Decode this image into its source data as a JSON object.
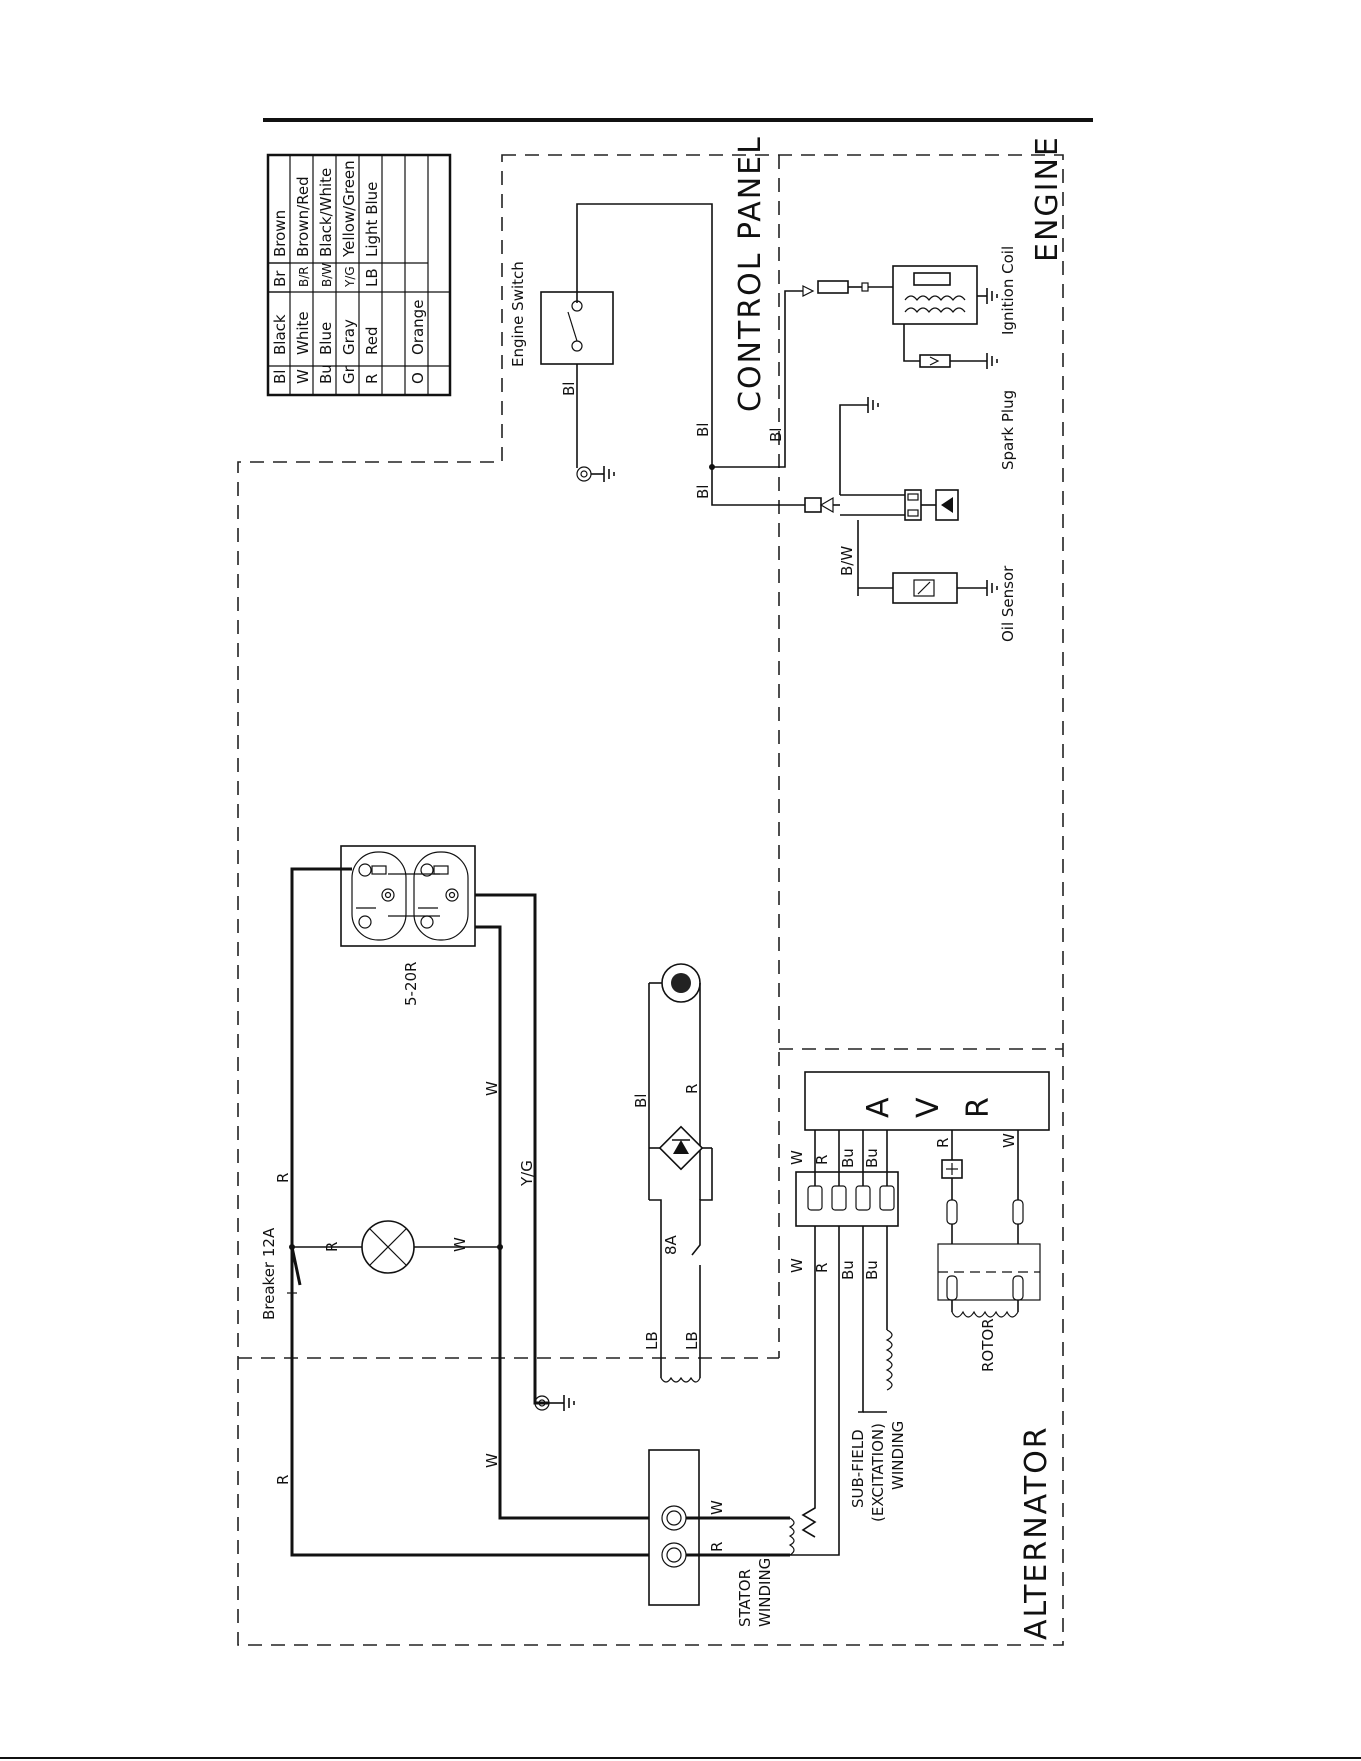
{
  "legend": {
    "left": [
      {
        "code": "Bl",
        "name": "Black"
      },
      {
        "code": "W",
        "name": "White"
      },
      {
        "code": "Bu",
        "name": "Blue"
      },
      {
        "code": "Gr",
        "name": "Gray"
      },
      {
        "code": "R",
        "name": "Red"
      },
      {
        "code": "O",
        "name": "Orange"
      }
    ],
    "right": [
      {
        "code": "Br",
        "name": "Brown"
      },
      {
        "code": "B/R",
        "name": "Brown/Red"
      },
      {
        "code": "B/W",
        "name": "Black/White"
      },
      {
        "code": "Y/G",
        "name": "Yellow/Green"
      },
      {
        "code": "LB",
        "name": "Light  Blue"
      }
    ]
  },
  "sections": {
    "control_panel": "CONTROL  PANEL",
    "engine": "ENGINE",
    "alternator": "ALTERNATOR"
  },
  "components": {
    "engine_switch": "Engine  Switch",
    "spark_plug": "Spark  Plug",
    "ignition_coil": "Ignition  Coil",
    "oil_sensor": "Oil  Sensor",
    "receptacle": "5-20R",
    "breaker": "Breaker  12A",
    "avr": [
      "A",
      "V",
      "R"
    ],
    "rotor": "ROTOR",
    "sub_field": [
      "SUB-FIELD",
      "(EXCITATION)",
      "WINDING"
    ],
    "stator": [
      "STATOR",
      "WINDING"
    ],
    "fuse": "8A"
  },
  "wires": {
    "bl": "Bl",
    "w": "W",
    "r": "R",
    "bu": "Bu",
    "yg": "Y/G",
    "lb": "LB",
    "bw": "B/W"
  }
}
